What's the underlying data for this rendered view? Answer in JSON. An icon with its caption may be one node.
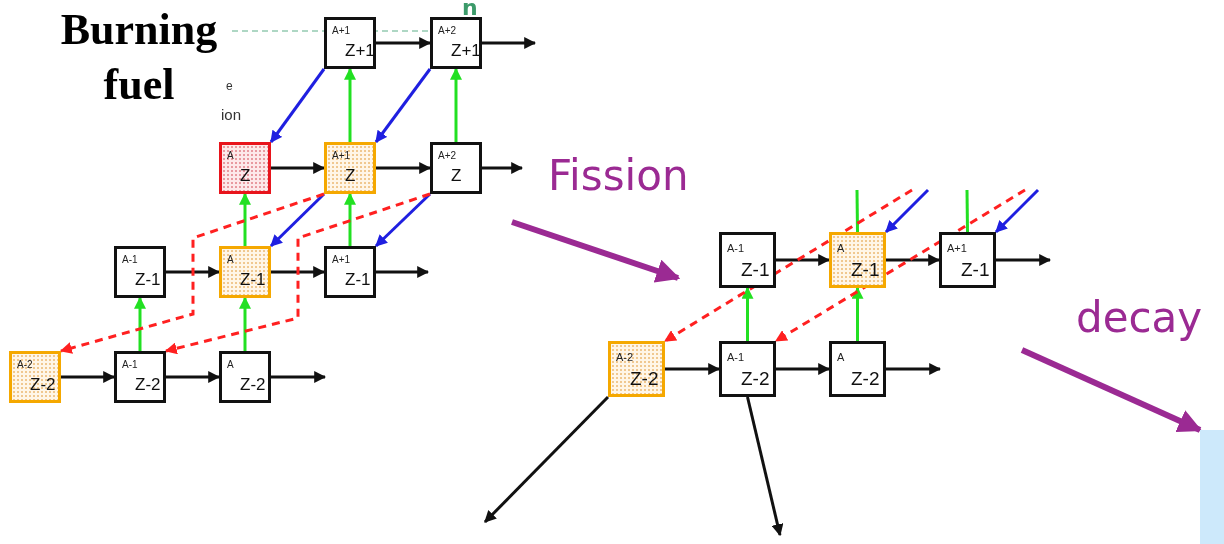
{
  "diagram": {
    "nodes": [
      {
        "text": [
          "A+1",
          "Z+1"
        ]
      },
      {
        "text": [
          "A+2",
          "Z+1"
        ]
      },
      {
        "text": [
          "A",
          "Z"
        ]
      },
      {
        "text": [
          "A+1",
          "Z"
        ]
      },
      {
        "text": [
          "A+2",
          "Z"
        ]
      },
      {
        "text": [
          "A-1",
          "Z-1"
        ]
      },
      {
        "text": [
          "A",
          "Z-1"
        ]
      },
      {
        "text": [
          "A+1",
          "Z-1"
        ]
      },
      {
        "text": [
          "A-2",
          "Z-2"
        ]
      },
      {
        "text": [
          "A-1",
          "Z-2"
        ]
      },
      {
        "text": [
          "A",
          "Z-2"
        ]
      },
      {
        "text": [
          "A-1",
          "Z-1"
        ]
      },
      {
        "text": [
          "A",
          "Z-1"
        ]
      },
      {
        "text": [
          "A+1",
          "Z-1"
        ]
      },
      {
        "text": [
          "A-2",
          "Z-2"
        ]
      },
      {
        "text": [
          "A-1",
          "Z-2"
        ]
      },
      {
        "text": [
          "A",
          "Z-2"
        ]
      },
      {
        "text": [],
        "shape": "box"
      }
    ],
    "edges": [
      {
        "from": 0,
        "to": 1,
        "arrow": "to"
      },
      {
        "from": 1,
        "to": null,
        "arrow": "to"
      },
      {
        "from": 2,
        "to": 3,
        "arrow": "to"
      },
      {
        "from": 3,
        "to": 4,
        "arrow": "to"
      },
      {
        "from": 4,
        "to": null,
        "arrow": "to"
      },
      {
        "from": 5,
        "to": 6,
        "arrow": "to"
      },
      {
        "from": 6,
        "to": 7,
        "arrow": "to"
      },
      {
        "from": 7,
        "to": null,
        "arrow": "to"
      },
      {
        "from": 8,
        "to": 9,
        "arrow": "to"
      },
      {
        "from": 9,
        "to": 10,
        "arrow": "to"
      },
      {
        "from": 10,
        "to": null,
        "arrow": "to"
      },
      {
        "from": 3,
        "to": 0,
        "arrow": "to",
        "color": "#22e022"
      },
      {
        "from": 4,
        "to": 1,
        "arrow": "to",
        "color": "#22e022"
      },
      {
        "from": 6,
        "to": 2,
        "arrow": "to",
        "color": "#22e022"
      },
      {
        "from": 7,
        "to": 3,
        "arrow": "to",
        "color": "#22e022"
      },
      {
        "from": 9,
        "to": 5,
        "arrow": "to",
        "color": "#22e022"
      },
      {
        "from": 10,
        "to": 6,
        "arrow": "to",
        "color": "#22e022"
      },
      {
        "from": 0,
        "to": 2,
        "arrow": "to",
        "color": "#1f1fe0"
      },
      {
        "from": 1,
        "to": 3,
        "arrow": "to",
        "color": "#1f1fe0"
      },
      {
        "from": 3,
        "to": 6,
        "arrow": "to",
        "color": "#1f1fe0"
      },
      {
        "from": 4,
        "to": 7,
        "arrow": "to",
        "color": "#1f1fe0"
      },
      {
        "from": 3,
        "to": 8,
        "arrow": "to",
        "style": "dashed",
        "color": "#ff2020"
      },
      {
        "from": 4,
        "to": 9,
        "arrow": "to",
        "style": "dashed",
        "color": "#ff2020"
      },
      {
        "from": 11,
        "to": 12,
        "arrow": "to"
      },
      {
        "from": 12,
        "to": 13,
        "arrow": "to"
      },
      {
        "from": 13,
        "to": null,
        "arrow": "to"
      },
      {
        "from": 14,
        "to": 15,
        "arrow": "to"
      },
      {
        "from": 15,
        "to": 16,
        "arrow": "to"
      },
      {
        "from": 16,
        "to": null,
        "arrow": "to"
      },
      {
        "from": 15,
        "to": 11,
        "arrow": "to",
        "color": "#22e022"
      },
      {
        "from": 16,
        "to": 12,
        "arrow": "to",
        "color": "#22e022"
      },
      {
        "from": 12,
        "to": null,
        "arrow": "none",
        "color": "#22e022"
      },
      {
        "from": 13,
        "to": null,
        "arrow": "none",
        "color": "#22e022"
      },
      {
        "from": null,
        "to": 12,
        "arrow": "to",
        "color": "#1f1fe0"
      },
      {
        "from": null,
        "to": 13,
        "arrow": "to",
        "color": "#1f1fe0"
      },
      {
        "from": null,
        "to": 14,
        "arrow": "to",
        "style": "dashed",
        "color": "#ff2020"
      },
      {
        "from": null,
        "to": 15,
        "arrow": "to",
        "style": "dashed",
        "color": "#ff2020"
      },
      {
        "from": 14,
        "to": null,
        "arrow": "to"
      },
      {
        "from": 15,
        "to": null,
        "arrow": "to"
      },
      {
        "from": null,
        "to": 17,
        "arrow": "to",
        "style": "thick",
        "color": "#9b2a93"
      }
    ],
    "labels": [
      "Burning fuel",
      "n",
      "e",
      "ion",
      "Fission",
      "decay"
    ]
  }
}
